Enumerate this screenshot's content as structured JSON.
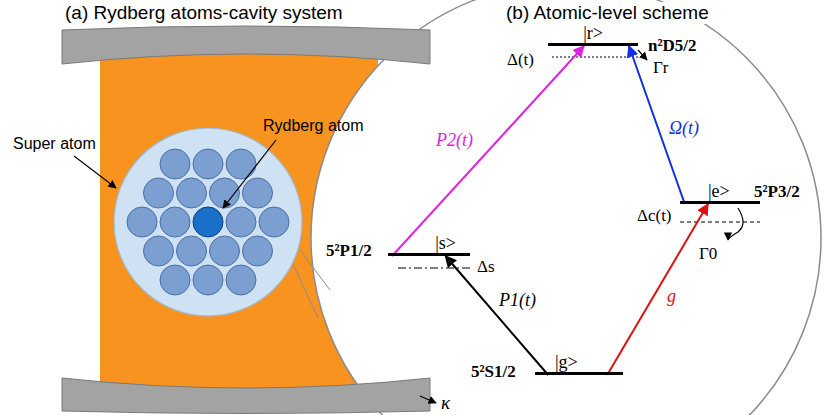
{
  "diagram": {
    "nodes": [
      {
        "text": [
          "|r>",
          "n²D5/2"
        ]
      },
      {
        "text": [
          "|s>",
          "5²P1/2"
        ]
      },
      {
        "text": [
          "|e>",
          "5²P3/2"
        ]
      },
      {
        "text": [
          "|g>",
          "5²S1/2"
        ]
      }
    ],
    "edges": [
      {
        "from": 1,
        "to": 0,
        "label": "P2(t)",
        "arrow": "to"
      },
      {
        "from": 2,
        "to": 0,
        "label": "Ω(t)",
        "arrow": "to"
      },
      {
        "from": 3,
        "to": 1,
        "label": "P1(t)",
        "arrow": "to"
      },
      {
        "from": 3,
        "to": 2,
        "label": "g",
        "arrow": "to"
      }
    ],
    "labels": [
      "(a) Rydberg atoms-cavity system",
      "(b) Atomic-level scheme",
      "Super atom",
      "Rydberg atom",
      "κ",
      "Δ(t)",
      "Γr",
      "Δs",
      "Δc(t)",
      "Γ0"
    ]
  }
}
